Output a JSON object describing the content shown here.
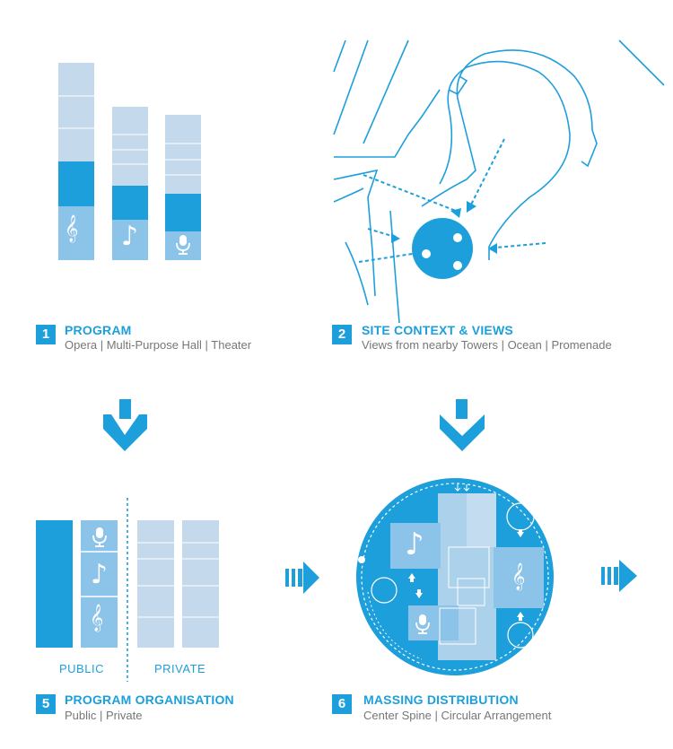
{
  "panels": {
    "program": {
      "number": "1",
      "title": "PROGRAM",
      "subtitle": "Opera | Multi-Purpose Hall | Theater"
    },
    "site": {
      "number": "2",
      "title": "SITE CONTEXT & VIEWS",
      "subtitle": "Views from nearby Towers | Ocean | Promenade"
    },
    "organisation": {
      "number": "5",
      "title": "PROGRAM ORGANISATION",
      "subtitle": "Public | Private",
      "public_label": "PUBLIC",
      "private_label": "PRIVATE"
    },
    "massing": {
      "number": "6",
      "title": "MASSING DISTRIBUTION",
      "subtitle": "Center Spine | Circular Arrangement"
    }
  },
  "icons": {
    "treble_clef": "𝄞",
    "eighth_note": "♪"
  },
  "colors": {
    "accent": "#1d9fdc",
    "light": "#c5d9ec",
    "mid": "#8cc3e8",
    "line": "#1d9fdc"
  }
}
